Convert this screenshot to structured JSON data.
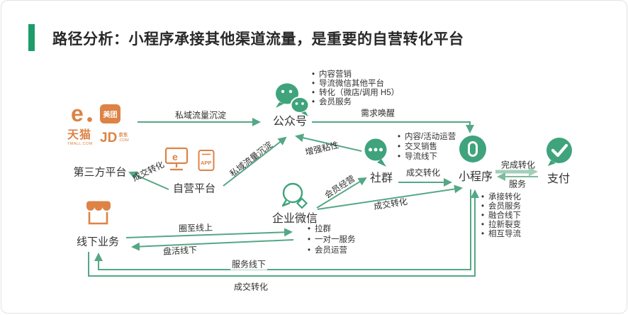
{
  "title": "路径分析：小程序承接其他渠道流量，是重要的自营转化平台",
  "nodes": {
    "third_party": {
      "label": "第三方平台",
      "eleme_glyph": "e",
      "meituan": "美团",
      "tmall": "天猫",
      "tmall_sub": "TMALL.COM",
      "jd": "JD",
      "jd_cn": "京东",
      "jd_sub": ".COM"
    },
    "self_platform": {
      "label": "自营平台",
      "browser_glyph": "e",
      "app_glyph": "APP"
    },
    "official_account": {
      "label": "公众号",
      "bullets": [
        "内容营销",
        "导流微信其他平台",
        "转化（微店/调用 H5）",
        "会员服务"
      ]
    },
    "community": {
      "label": "社群",
      "bullets": [
        "内容/活动运营",
        "交叉销售",
        "导流线下"
      ]
    },
    "wecom": {
      "label": "企业微信",
      "bullets": [
        "拉群",
        "一对一服务",
        "会员运营"
      ]
    },
    "mini_program": {
      "label": "小程序",
      "bullets": [
        "承接转化",
        "会员服务",
        "融合线下",
        "拉新裂变",
        "相互导流"
      ]
    },
    "payment": {
      "label": "支付"
    },
    "offline": {
      "label": "线下业务"
    }
  },
  "edges": {
    "private_traffic_top": "私域流量沉淀",
    "private_traffic_diagonal": "私域流量沉淀",
    "deal_conv_third_party": "成交转化",
    "demand_wake": "需求唤醒",
    "stickiness": "增强粘性",
    "member_mgmt": "会员经营",
    "deal_conv_community": "成交转化",
    "deal_conv_wecom": "成交转化",
    "complete_conv": "完成转化",
    "service": "服务",
    "circle_online": "圈至线上",
    "activate_offline": "盘活线下",
    "service_offline": "服务线下",
    "deal_conv_offline": "成交转化"
  },
  "colors": {
    "green": "#3FA37C",
    "arrow_green": "#55A785",
    "light_green": "#A3CFB9",
    "orange": "#DC8345",
    "accent_bar": "#1C9C6B"
  }
}
